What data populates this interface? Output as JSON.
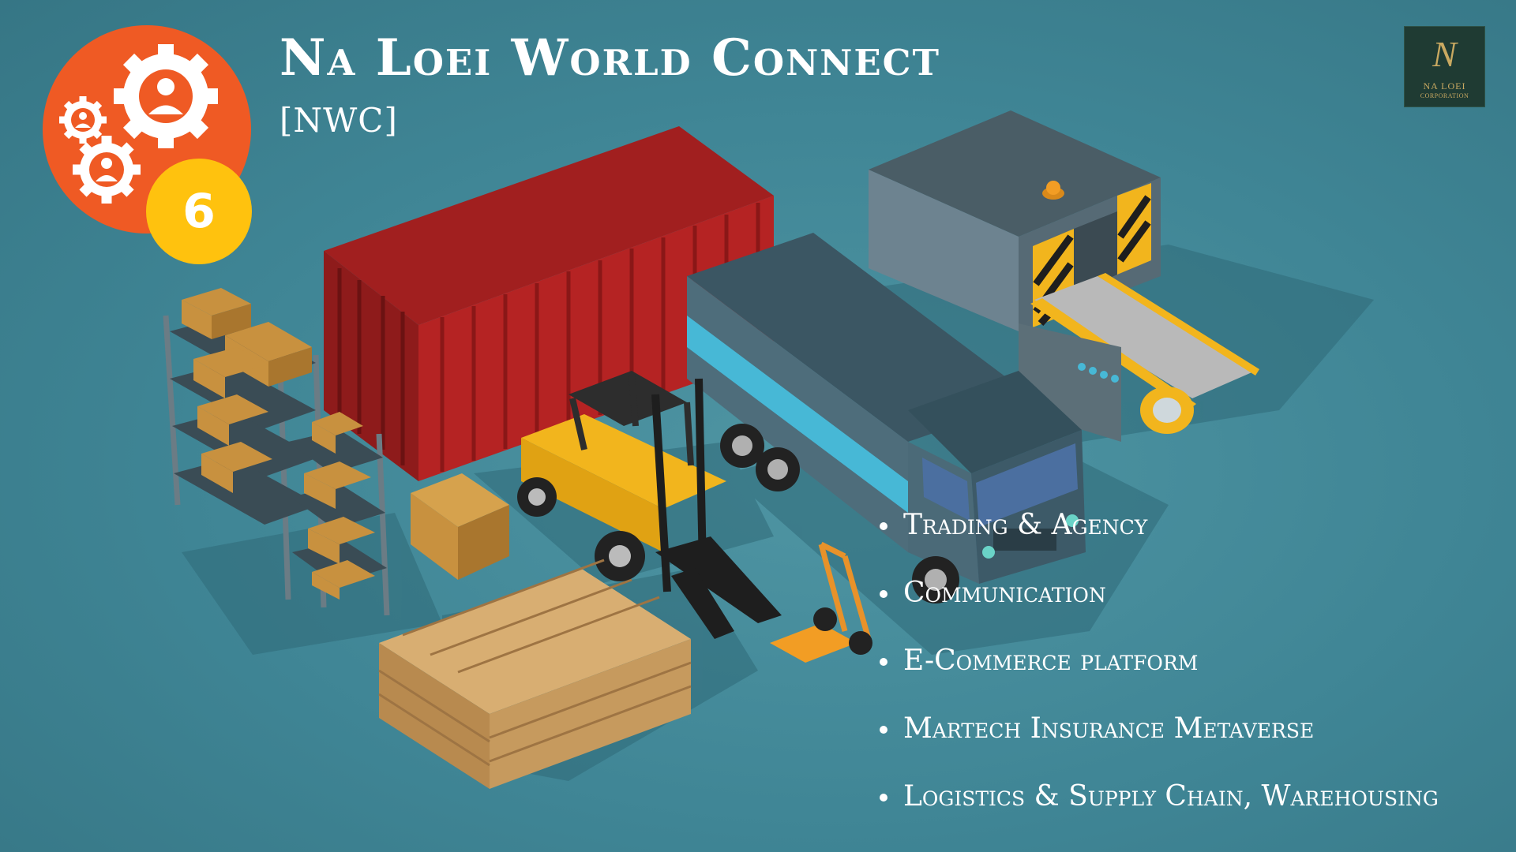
{
  "header": {
    "title": "Na Loei World Connect",
    "subtitle": "[NWC]"
  },
  "badge": {
    "number": "6",
    "icon": "gears-people-icon",
    "colors": {
      "circle": "#ef5a24",
      "number_circle": "#ffc20e"
    }
  },
  "logo": {
    "mark": "N",
    "name": "NA LOEI",
    "subtitle": "CORPORATION",
    "colors": {
      "background": "#1f3b33",
      "gold": "#c9a961"
    }
  },
  "services": [
    {
      "label": "Trading & Agency"
    },
    {
      "label": "Communication"
    },
    {
      "label": "E-Commerce platform"
    },
    {
      "label": "Martech Insurance Metaverse"
    },
    {
      "label": "Logistics & Supply Chain, Warehousing"
    }
  ],
  "colors": {
    "background": "#3f8595",
    "container": "#8e1b1b",
    "truck": "#3d5a68",
    "truck_stripe": "#47b8d6",
    "forklift": "#f2b51d",
    "pallet": "#c69a5e",
    "boxes": "#c8913f"
  }
}
